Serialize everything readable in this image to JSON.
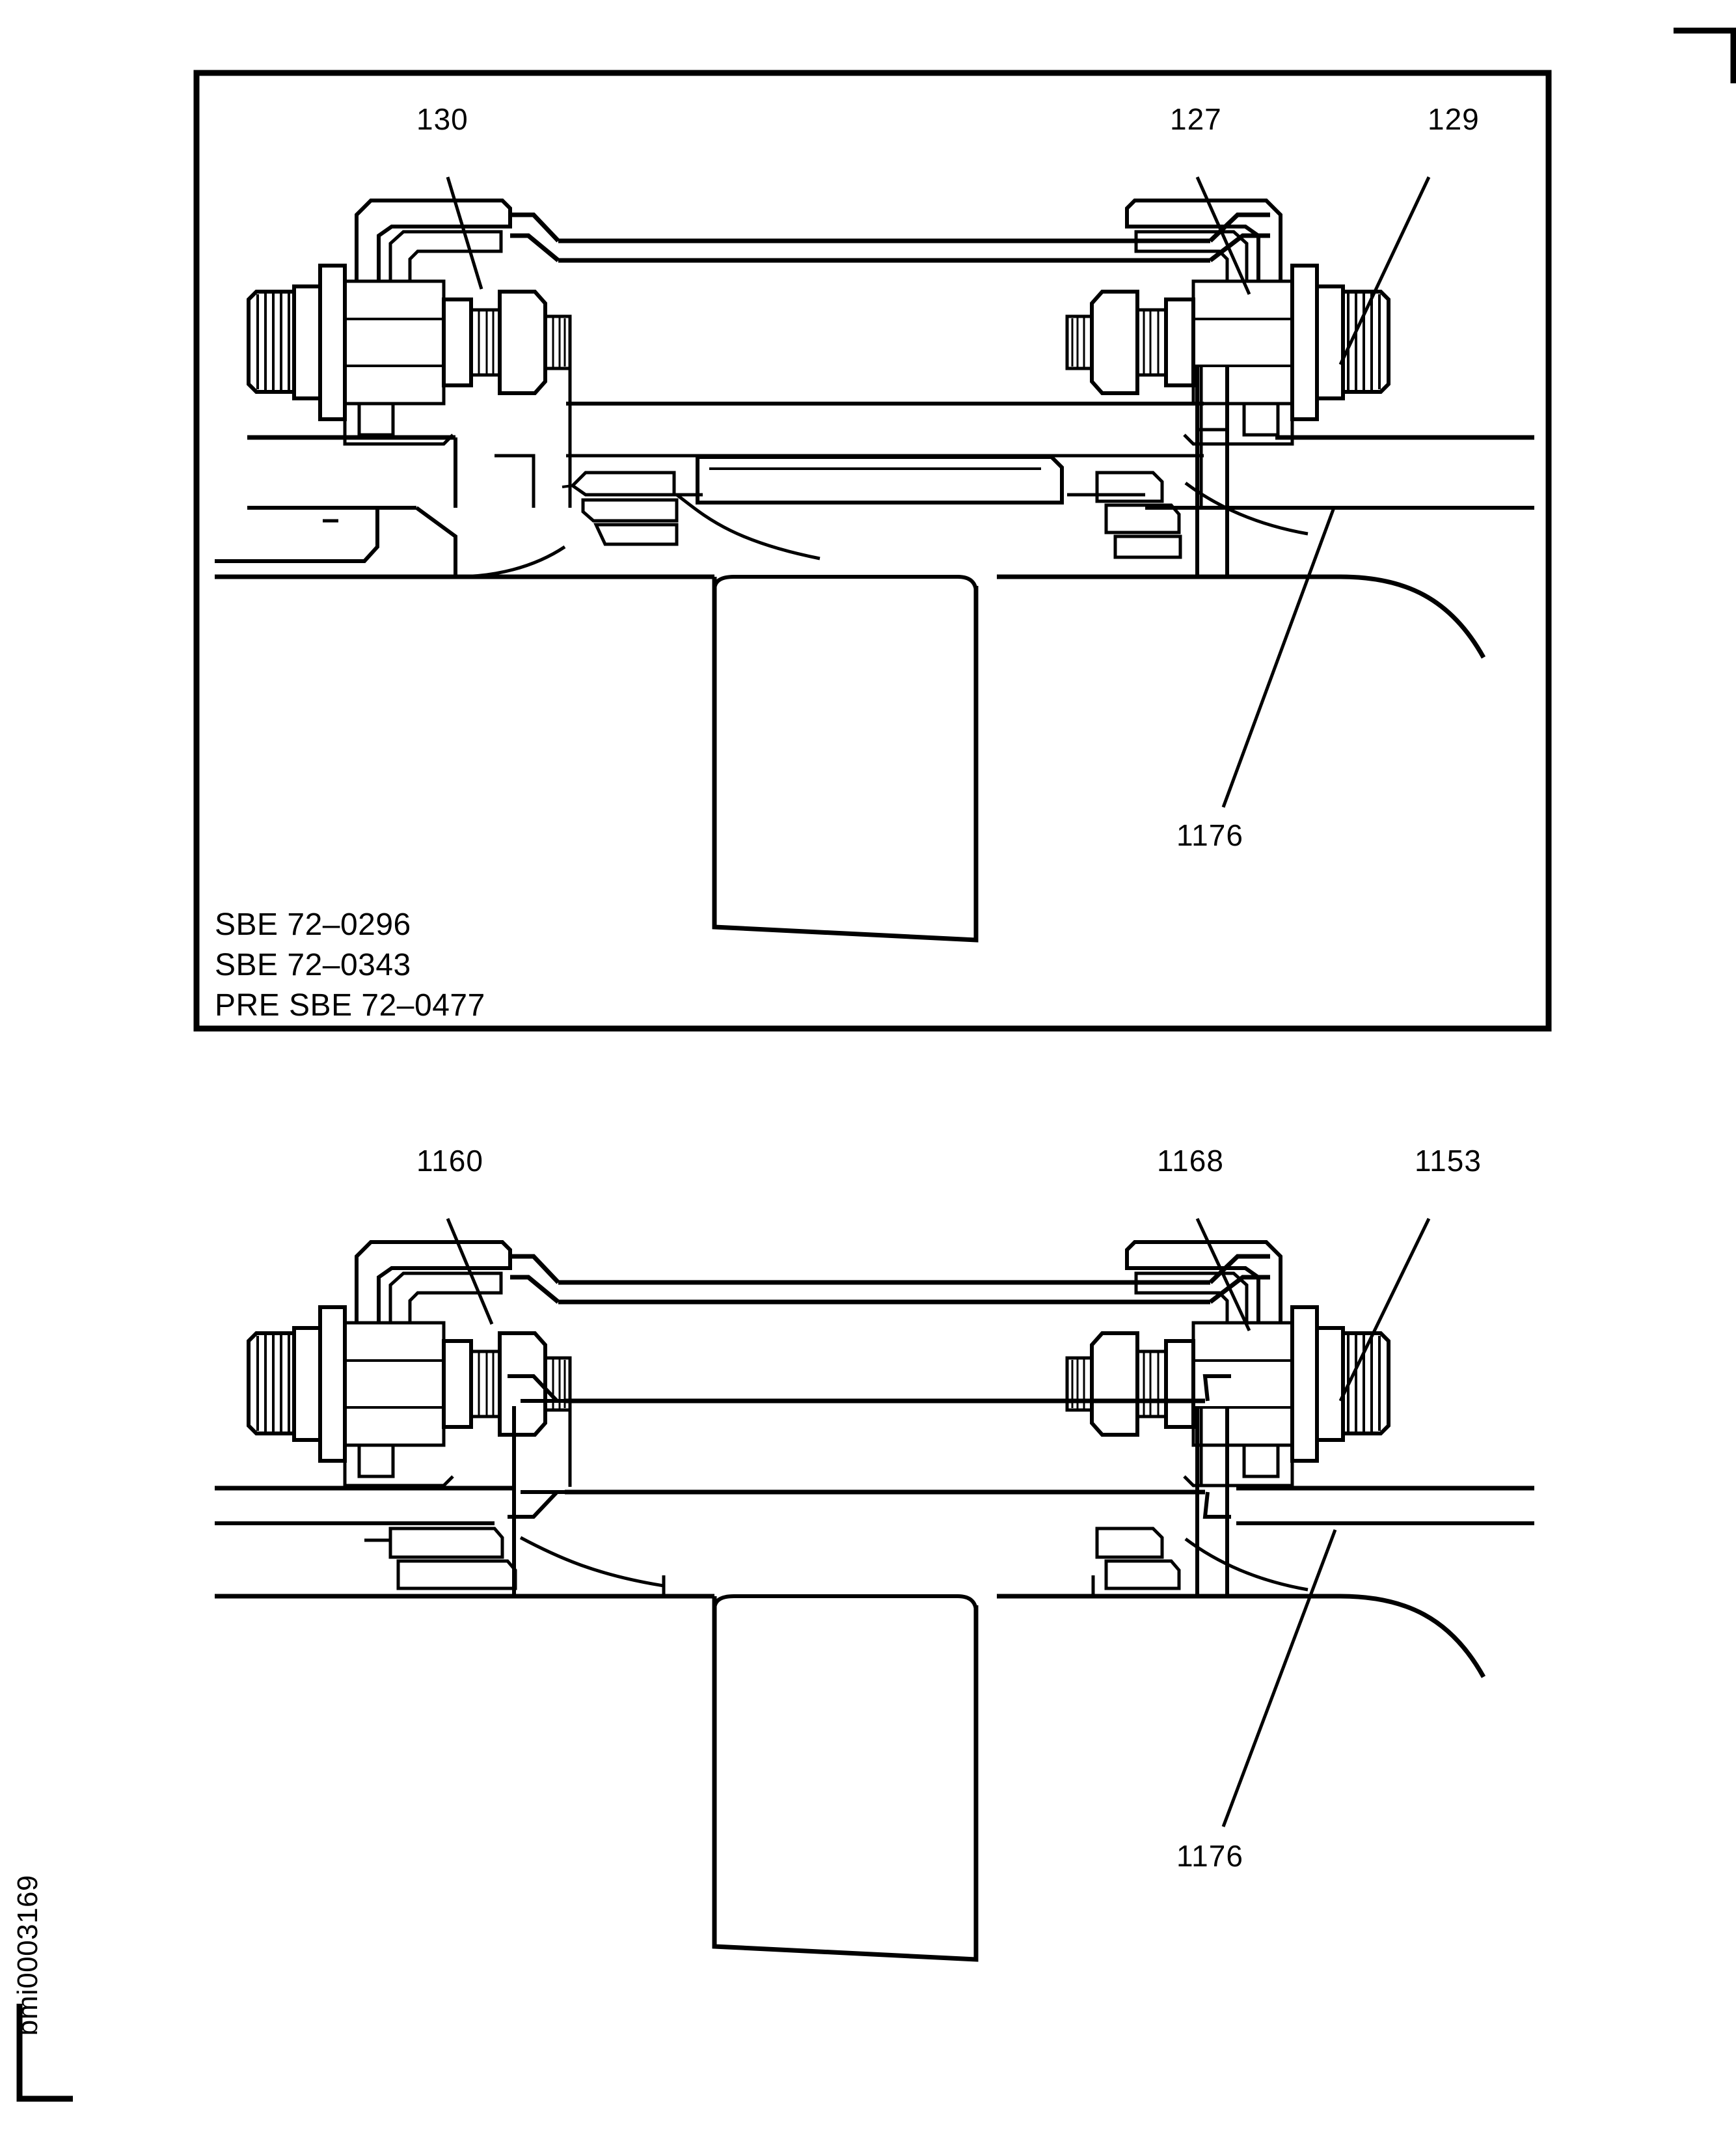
{
  "figure": {
    "code": "bmi0003169",
    "registration_mark": "corner-mark-top-right"
  },
  "upper_view": {
    "callouts": [
      {
        "id": "130",
        "label": "130"
      },
      {
        "id": "127",
        "label": "127"
      },
      {
        "id": "129",
        "label": "129"
      },
      {
        "id": "1176",
        "label": "1176"
      }
    ],
    "notes": [
      "SBE 72–0296",
      "SBE 72–0343",
      "PRE SBE 72–0477"
    ]
  },
  "lower_view": {
    "callouts": [
      {
        "id": "1160",
        "label": "1160"
      },
      {
        "id": "1168",
        "label": "1168"
      },
      {
        "id": "1153",
        "label": "1153"
      },
      {
        "id": "1176",
        "label": "1176"
      }
    ]
  },
  "colors": {
    "line": "#000000",
    "background": "#ffffff"
  }
}
